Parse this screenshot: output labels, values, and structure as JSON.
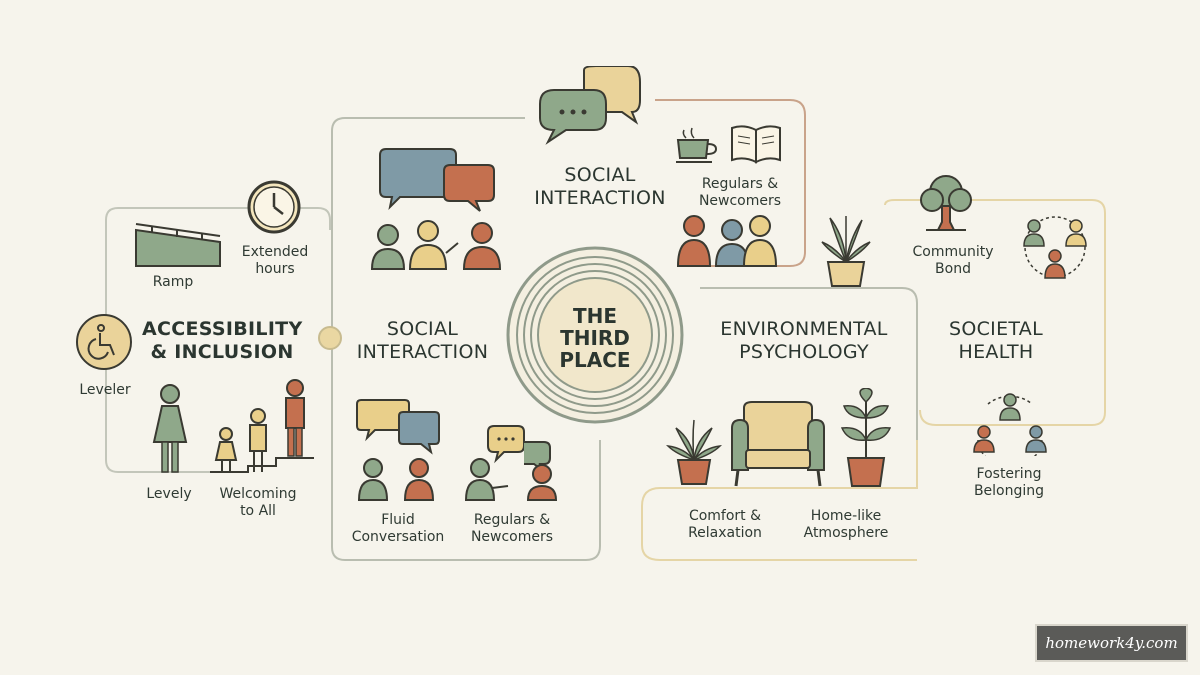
{
  "center": {
    "title": "THE\nTHIRD\nPLACE"
  },
  "sections": {
    "accessibility": {
      "title": "ACCESSIBILITY\n& INCLUSION",
      "ramp": "Ramp",
      "hours": "Extended\nhours",
      "leveler": "Leveler",
      "levely": "Levely",
      "welcoming": "Welcoming\nto All"
    },
    "social_main": {
      "title": "SOCIAL\nINTERACTION",
      "fluid": "Fluid\nConversation",
      "regulars": "Regulars &\nNewcomers"
    },
    "social_top": {
      "title": "SOCIAL\nINTERACTION",
      "regulars": "Regulars &\nNewcomers"
    },
    "environmental": {
      "title": "ENVIRONMENTAL\nPSYCHOLOGY",
      "comfort": "Comfort &\nRelaxation",
      "home": "Home-like\nAtmosphere"
    },
    "societal": {
      "title": "SOCIETAL\nHEALTH",
      "community": "Community\nBond",
      "fostering": "Fostering\nBelonging"
    }
  },
  "watermark": "homework4y.com",
  "colors": {
    "sage": "#8fa88a",
    "terracotta": "#c4704f",
    "mustard": "#e9cf8a",
    "slate_blue": "#7f9aa6",
    "outline": "#3a3a32",
    "connector": "#b9bdb0",
    "connector_warm": "#e5d5a6"
  }
}
